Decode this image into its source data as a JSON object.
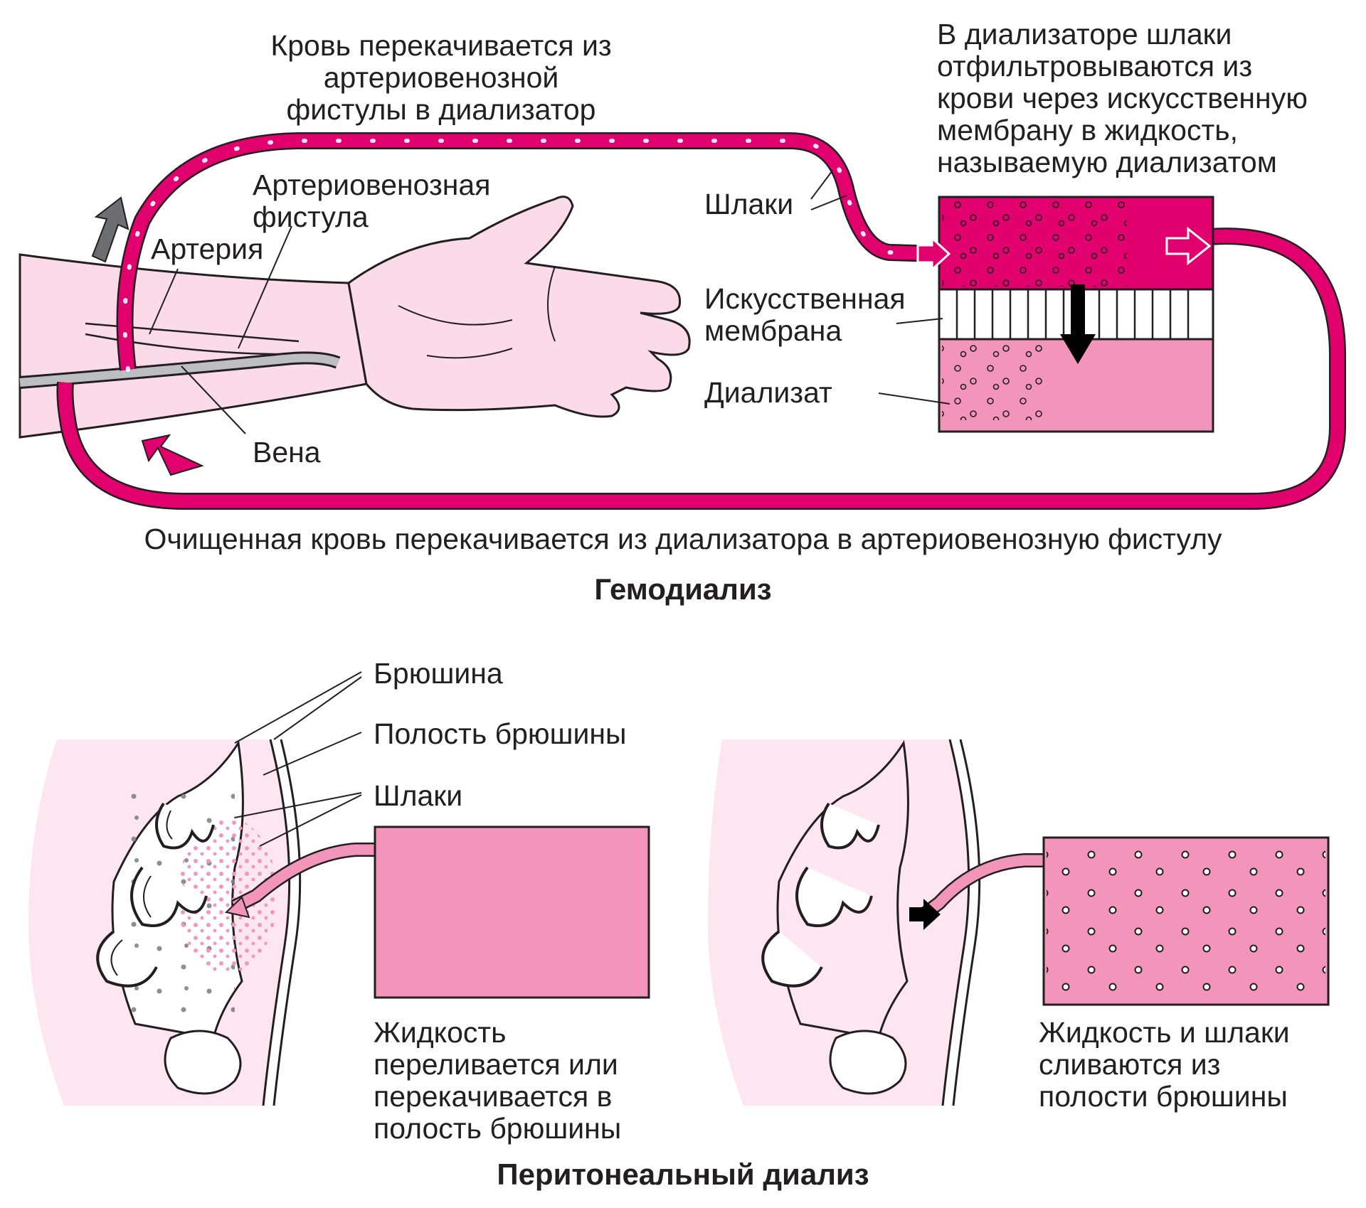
{
  "hemodialysis": {
    "title": "Гемодиализ",
    "top_caption": "Кровь перекачивается из артериовенозной\nфистулы в диализатор",
    "dialyzer_caption": "В диализаторе шлаки\nотфильтровываются из\nкрови через искусственную\nмембрану в жидкость,\nназываемую диализатом",
    "bottom_caption": "Очищенная кровь перекачивается из диализатора в артериовенозную фистулу",
    "labels": {
      "fistula": "Артериовенозная\nфистула",
      "artery": "Артерия",
      "vein": "Вена",
      "wastes": "Шлаки",
      "membrane": "Искусственная\nмембрана",
      "dialysate": "Диализат"
    }
  },
  "peritoneal": {
    "title": "Перитонеальный диализ",
    "labels": {
      "peritoneum": "Брюшина",
      "cavity": "Полость брюшины",
      "wastes": "Шлаки"
    },
    "left_caption": "Жидкость\nпереливается или\nперекачивается в\nполость брюшины",
    "right_caption": "Жидкость и шлаки\nсливаются из\nполости брюшины"
  },
  "colors": {
    "blood": "#e2006f",
    "dialysate": "#f395bb",
    "skin": "#fbdbe8",
    "body": "#fde6ef",
    "vein": "#bcbec0",
    "outline": "#231f20",
    "arrow_gray": "#6d6e71"
  }
}
